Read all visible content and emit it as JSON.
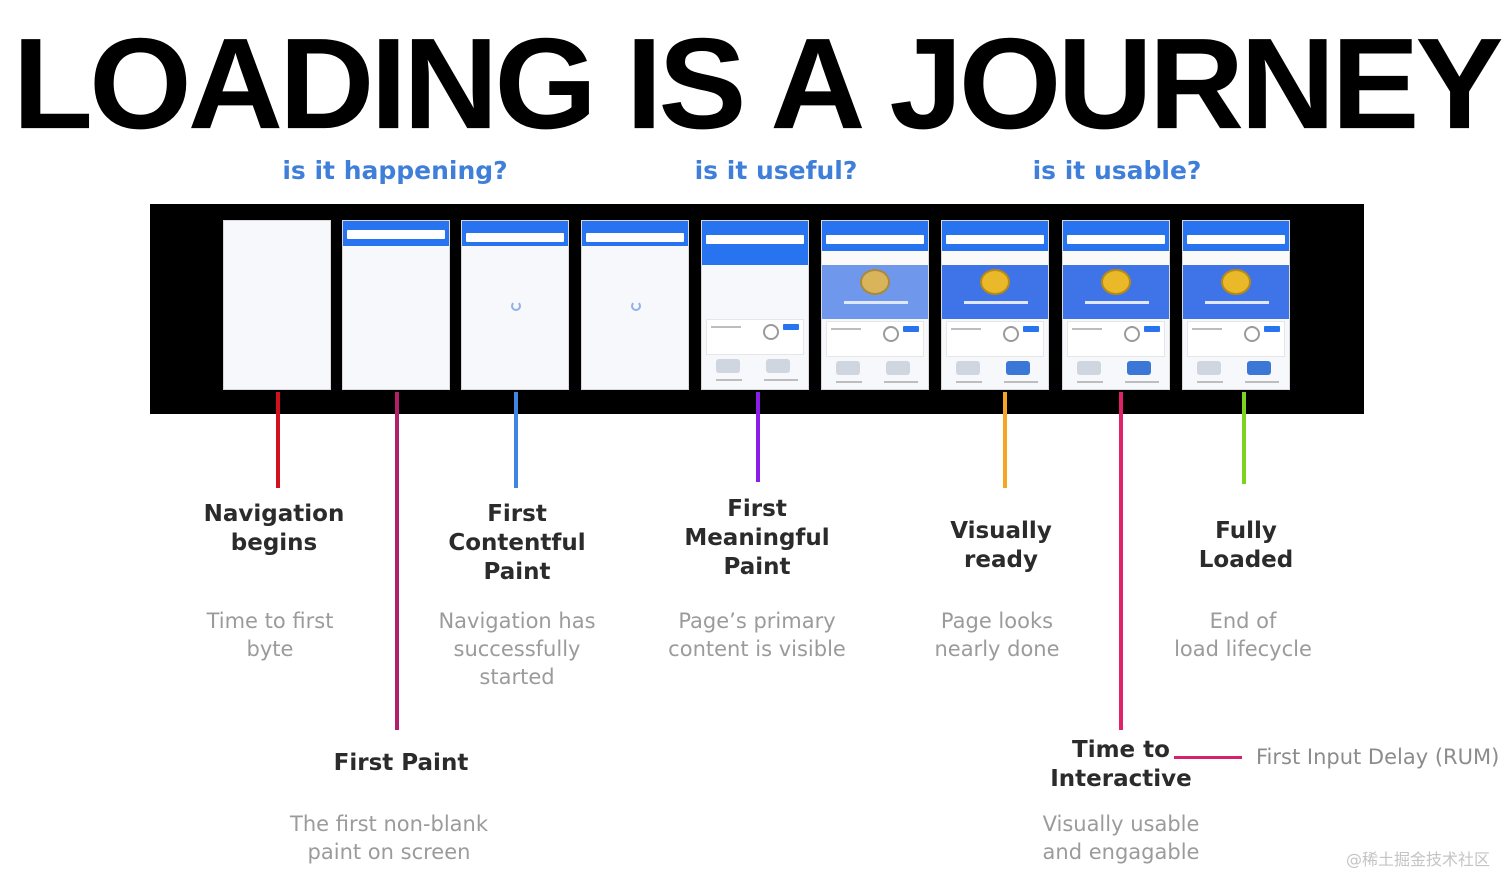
{
  "title": "LOADING IS A JOURNEY",
  "questions": [
    "is it happening?",
    "is it useful?",
    "is it usable?"
  ],
  "milestones": {
    "navigation": {
      "label": "Navigation\nbegins",
      "desc": "Time to first\nbyte",
      "color": "#d1121e"
    },
    "first_paint": {
      "label": "First Paint",
      "desc": "The first non-blank\npaint on screen",
      "color": "#b2206a"
    },
    "fcp": {
      "label": "First\nContentful\nPaint",
      "desc": "Navigation has\nsuccessfully\nstarted",
      "color": "#3f86e0"
    },
    "fmp": {
      "label": "First\nMeaningful\nPaint",
      "desc": "Page’s primary\ncontent is visible",
      "color": "#8a1de6"
    },
    "visually_ready": {
      "label": "Visually\nready",
      "desc": "Page looks\nnearly done",
      "color": "#f5a623"
    },
    "tti": {
      "label": "Time to\nInteractive",
      "desc": "Visually usable\nand engagable",
      "color": "#e0226b"
    },
    "fully_loaded": {
      "label": "Fully\nLoaded",
      "desc": "End of\nload lifecycle",
      "color": "#7ed321"
    }
  },
  "fid_label": "First Input Delay (RUM)",
  "watermark": "@稀土掘金技术社区",
  "colors": {
    "title": "#000000",
    "question": "#3f7fd9",
    "app_header": "#2874f0",
    "strip": "#000000"
  }
}
